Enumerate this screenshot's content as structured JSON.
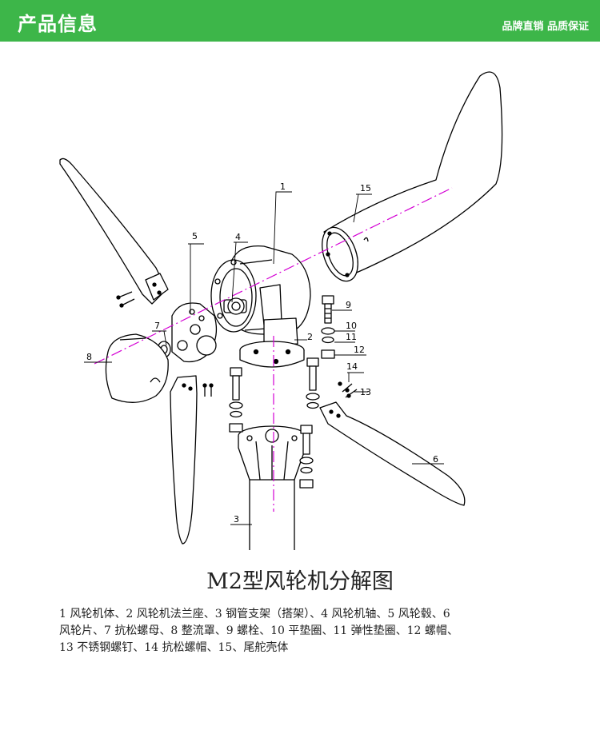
{
  "header": {
    "title": "产品信息",
    "slogan": "品牌直销 品质保证",
    "bg_color": "#3db649"
  },
  "diagram": {
    "part_labels": {
      "p1": "1",
      "p2": "2",
      "p3": "3",
      "p4": "4",
      "p5": "5",
      "p6": "6",
      "p7": "7",
      "p8": "8",
      "p9": "9",
      "p10": "10",
      "p11": "11",
      "p12": "12",
      "p13": "13",
      "p14": "14",
      "p15": "15"
    },
    "axis_color": "#d400d4",
    "caption": "M2型风轮机分解图"
  },
  "legend": {
    "lines": [
      "1  风轮机体、2  风轮机法兰座、3  钢管支架（搭架）、4  风轮机轴、5  风轮毂、6",
      "风轮片、7  抗松螺母、8  整流罩、9  螺栓、10  平垫圈、11  弹性垫圈、12  螺帽、",
      "13  不锈钢螺钉、14  抗松螺帽、15、尾舵壳体"
    ]
  }
}
